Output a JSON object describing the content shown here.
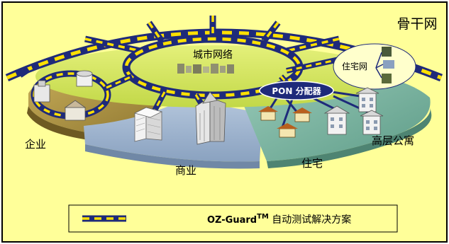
{
  "labels": {
    "backbone": "骨干网",
    "city_network": "城市网络",
    "residential_network": "住宅网",
    "pon_splitter": "PON 分配器",
    "enterprise": "企业",
    "commercial": "商业",
    "residential": "住宅",
    "high_rise": "高层公寓"
  },
  "legend": {
    "product": "OZ-Guard",
    "trademark": "TM",
    "description": " 自动测试解决方案"
  },
  "colors": {
    "background": "#FFFF99",
    "frame": "#000000",
    "fiber_dark": "#1E2A7A",
    "fiber_light": "#FFE000",
    "disk_top": "#D6E85A",
    "enterprise_sector": "#B89A3E",
    "commercial_sector": "#9FB4CF",
    "residential_sector": "#7FB5A2",
    "pon_badge": "#1E2A7A"
  }
}
